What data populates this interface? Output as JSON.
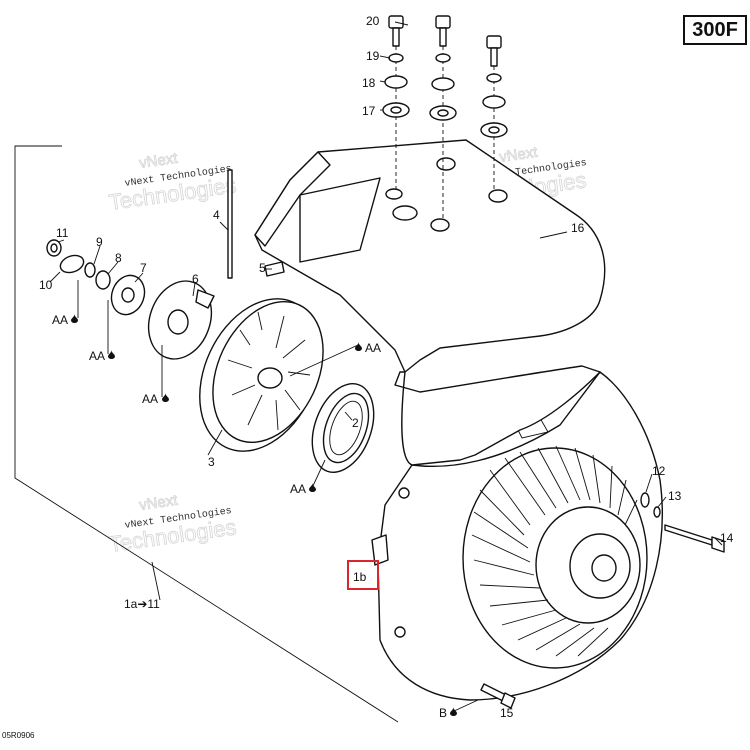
{
  "ref_code": "300F",
  "figure_code": "05R0906",
  "watermark": {
    "line1": "vNext",
    "line2": "vNext Technologies",
    "line3": "Technologies"
  },
  "callouts": {
    "p1b": "1b",
    "p1a": "1a➔11",
    "p2": "2",
    "p3": "3",
    "p4": "4",
    "p5": "5",
    "p6": "6",
    "p7": "7",
    "p8": "8",
    "p9": "9",
    "p10": "10",
    "p11": "11",
    "p12": "12",
    "p13": "13",
    "p14": "14",
    "p15": "15",
    "p16": "16",
    "p17": "17",
    "p18": "18",
    "p19": "19",
    "p20": "20"
  },
  "lubricant_marks": {
    "aa": "AA",
    "b": "B"
  },
  "colors": {
    "highlight": "#d8262f",
    "line": "#111111"
  }
}
